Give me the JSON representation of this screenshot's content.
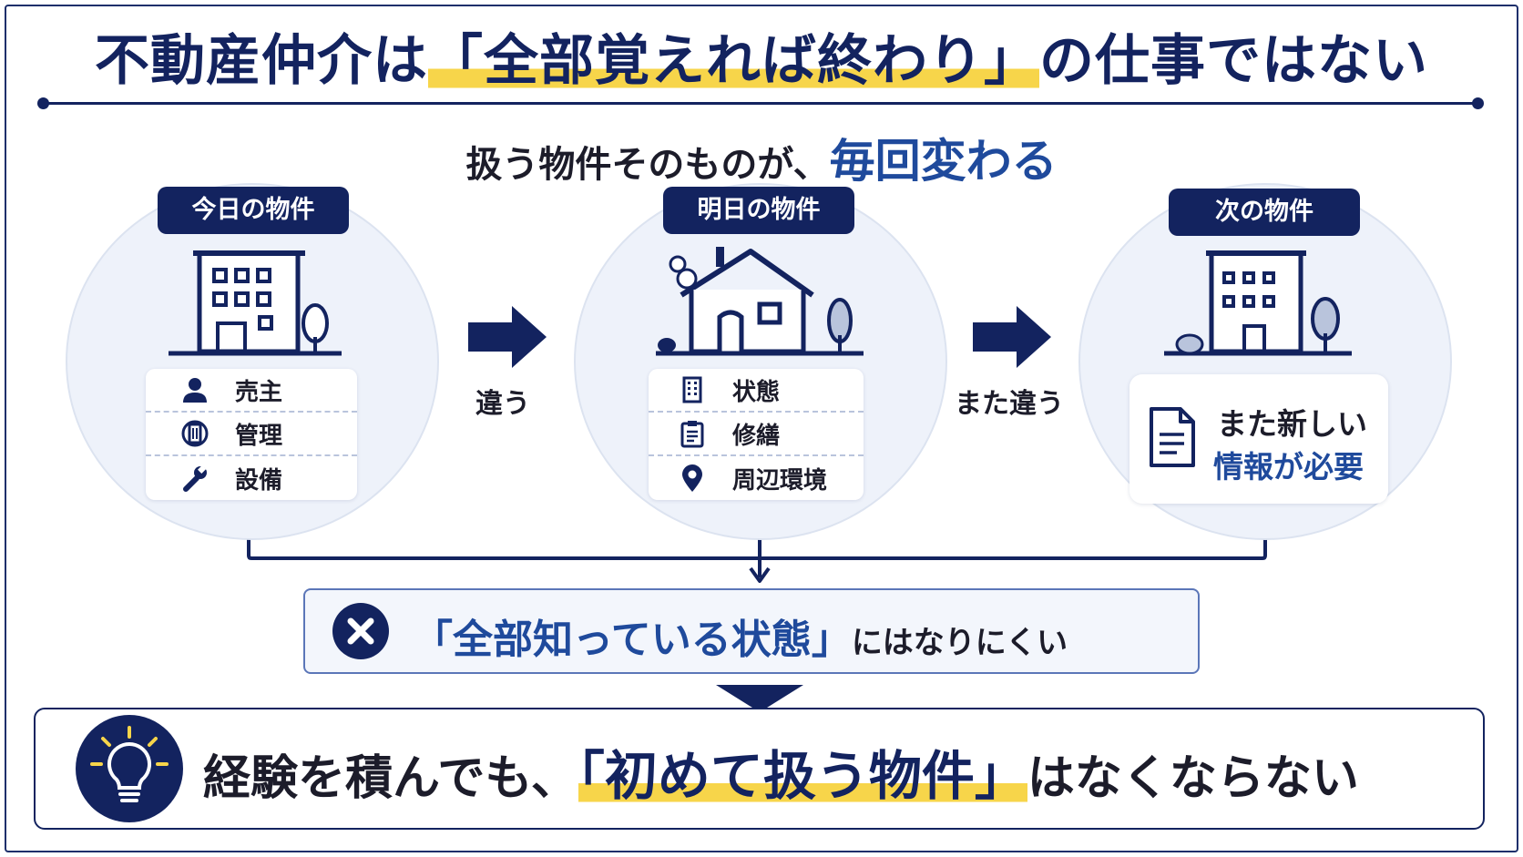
{
  "title": {
    "before": "不動産仲介は",
    "quote_open": "「",
    "highlight": "全部覚えれば終わり",
    "quote_close": "」",
    "after": "の仕事ではない"
  },
  "subtitle": {
    "text": "扱う物件そのものが、",
    "emphasis": "毎回変わる"
  },
  "properties": [
    {
      "label": "今日の物件",
      "illustration": "apartment-building-icon",
      "items": [
        {
          "icon": "person-icon",
          "text": "売主"
        },
        {
          "icon": "building-round-icon",
          "text": "管理"
        },
        {
          "icon": "wrench-icon",
          "text": "設備"
        }
      ]
    },
    {
      "label": "明日の物件",
      "illustration": "house-icon",
      "items": [
        {
          "icon": "building-icon",
          "text": "状態"
        },
        {
          "icon": "clipboard-icon",
          "text": "修繕"
        },
        {
          "icon": "map-pin-icon",
          "text": "周辺環境"
        }
      ]
    },
    {
      "label": "次の物件",
      "illustration": "office-building-icon",
      "info": {
        "icon": "document-icon",
        "line1": "また新しい",
        "line2": "情報が必要"
      }
    }
  ],
  "arrows": [
    {
      "label": "違う"
    },
    {
      "label": "また違う"
    }
  ],
  "conclusion1": {
    "icon": "x-circle-icon",
    "quote_open": "「",
    "emphasis": "全部知っている状態",
    "quote_close": "」",
    "rest": "にはなりにくい"
  },
  "conclusion2": {
    "icon": "lightbulb-icon",
    "before": "経験を積んでも、",
    "quote_open": "「",
    "emphasis": "初めて扱う物件",
    "quote_close": "」",
    "rest": "はなくならない"
  },
  "colors": {
    "navy": "#13235f",
    "accent_blue": "#1f4a9c",
    "highlight_yellow": "#f7d54a",
    "circle_bg": "#eef2fa"
  }
}
